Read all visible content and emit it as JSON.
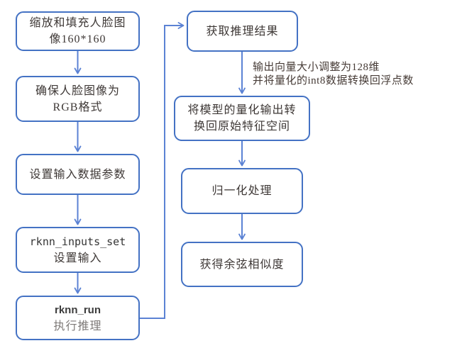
{
  "diagram": {
    "title": "rknn-face-inference-flowchart",
    "colors": {
      "box_border": "#4472c4",
      "connector": "#5b82d4",
      "text": "#3e3836",
      "muted_text": "#7e7a78"
    },
    "nodes": {
      "left": [
        {
          "id": "scale-pad-face",
          "line1": "缩放和填充人脸图",
          "line2": "像160*160"
        },
        {
          "id": "ensure-rgb",
          "line1": "确保人脸图像为",
          "line2": "RGB格式"
        },
        {
          "id": "set-input-params",
          "line1": "设置输入数据参数"
        },
        {
          "id": "rknn-inputs-set",
          "line1": "rknn_inputs_set",
          "line2": "设置输入"
        },
        {
          "id": "rknn-run",
          "line1": "rknn_run",
          "line2": "执行推理"
        }
      ],
      "right": [
        {
          "id": "get-inference-result",
          "line1": "获取推理结果"
        },
        {
          "id": "dequantize-output",
          "line1": "将模型的量化输出转",
          "line2": "换回原始特征空间"
        },
        {
          "id": "normalize",
          "line1": "归一化处理"
        },
        {
          "id": "cosine-similarity",
          "line1": "获得余弦相似度"
        }
      ]
    },
    "annotation": {
      "line1": "输出向量大小调整为128维",
      "line2": "并将量化的int8数据转换回浮点数"
    }
  }
}
